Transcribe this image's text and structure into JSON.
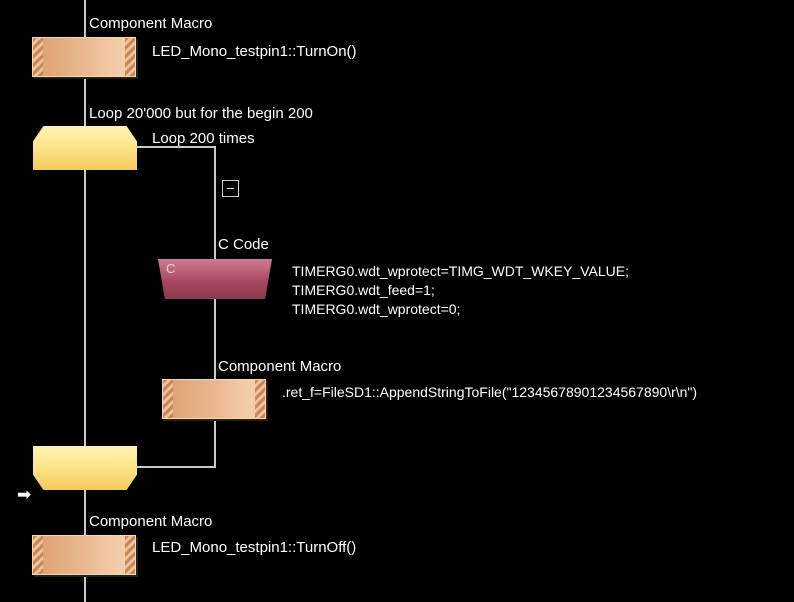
{
  "flow": {
    "macro1": {
      "title": "Component Macro",
      "call": "LED_Mono_testpin1::TurnOn()"
    },
    "loop": {
      "comment": "Loop 20'000 but for the begin 200",
      "label": "Loop 200 times",
      "collapse_symbol": "[–]"
    },
    "ccode": {
      "title": "C Code",
      "badge": "C",
      "lines": [
        "TIMERG0.wdt_wprotect=TIMG_WDT_WKEY_VALUE;",
        "TIMERG0.wdt_feed=1;",
        "TIMERG0.wdt_wprotect=0;"
      ]
    },
    "macro2": {
      "title": "Component Macro",
      "call": ".ret_f=FileSD1::AppendStringToFile(\"12345678901234567890\\r\\n\")"
    },
    "macro3": {
      "title": "Component Macro",
      "call": "LED_Mono_testpin1::TurnOff()"
    },
    "cursor_arrow": "➡"
  },
  "colors": {
    "background": "#000000",
    "macro_fill": "#e7b58c",
    "loop_fill": "#fde68c",
    "ccode_fill": "#a5455e",
    "line": "#c8c8c8"
  }
}
